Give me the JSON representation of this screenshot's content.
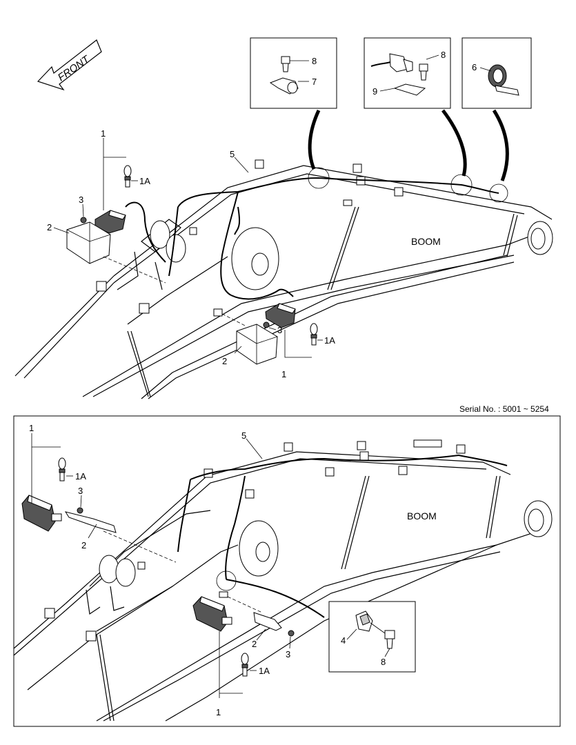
{
  "front_arrow": {
    "label": "FRONT"
  },
  "serial_label": "Serial No. : 5001 ~ 5254",
  "upper": {
    "boom_label": "BOOM",
    "callouts": {
      "c1_top": "1",
      "c1a_top": "1A",
      "c3_left": "3",
      "c2_left": "2",
      "c5": "5",
      "c3_right": "3",
      "c1a_right": "1A",
      "c2_right": "2",
      "c1_bottom": "1"
    },
    "inset_a": {
      "c8": "8",
      "c7": "7"
    },
    "inset_b": {
      "c8": "8",
      "c9": "9"
    },
    "inset_c": {
      "c6": "6"
    }
  },
  "lower": {
    "boom_label": "BOOM",
    "callouts": {
      "c1_top": "1",
      "c1a_top": "1A",
      "c3_left": "3",
      "c2_left": "2",
      "c5": "5",
      "c2_right": "2",
      "c3_right": "3",
      "c1a_right": "1A",
      "c1_bottom": "1"
    },
    "inset_d": {
      "c4": "4",
      "c8": "8"
    }
  }
}
